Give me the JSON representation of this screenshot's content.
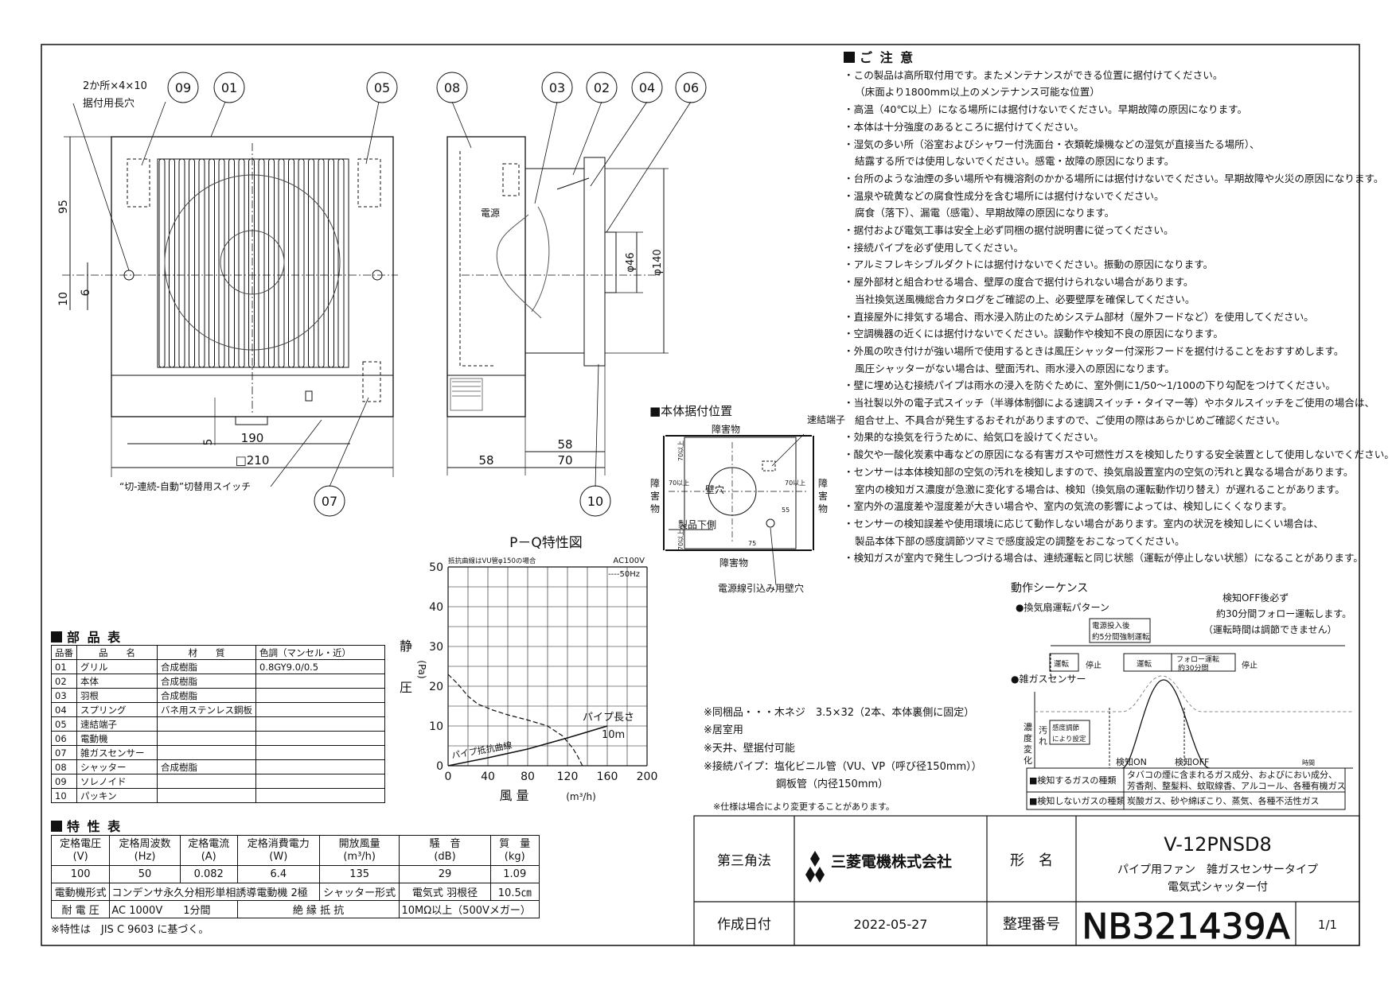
{
  "front_view": {
    "slot_note_1": "2か所×4×10",
    "slot_note_2": "据付用長穴",
    "callouts": [
      "09",
      "01",
      "05",
      "07"
    ],
    "dims": {
      "d95": "95",
      "d10": "10",
      "d6": "6",
      "d5": "5",
      "d190": "190",
      "d210": "□210"
    },
    "switch_label": "“切-連続-自動”切替用スイッチ"
  },
  "side_view": {
    "callouts": [
      "08",
      "03",
      "02",
      "04",
      "06",
      "10"
    ],
    "power_label": "電源",
    "dims": {
      "d46": "φ46",
      "d140": "φ140",
      "d58a": "58",
      "d58b": "58",
      "d70": "70"
    }
  },
  "mount": {
    "title": "■本体据付位置",
    "obstacle_top": "障害物",
    "obstacle_left": [
      "障",
      "害",
      "物"
    ],
    "obstacle_right": [
      "障",
      "害",
      "物"
    ],
    "obstacle_bottom": "障害物",
    "quick_terminal": "速結端子",
    "wall_hole": "壁穴",
    "lower_side": "製品下側",
    "cable_hole": "電源線引込み用壁穴",
    "dims": {
      "a": "70以上",
      "b": "70以上",
      "c": "70以上",
      "d": "70以上",
      "e": "55",
      "f": "75"
    }
  },
  "pq_chart": {
    "title": "P－Q特性図",
    "note": "抵抗曲線はVU管φ150の場合",
    "supply": "AC100V",
    "legend": "----50Hz",
    "ylabel": [
      "静",
      "圧"
    ],
    "yunit": "(Pa)",
    "xlabel": "風 量",
    "xunit": "(m³/h)",
    "pipe_label": "パイプ長さ",
    "pipe_len": "10m",
    "resist_label": "パイプ抵抗曲線",
    "xticks": [
      "0",
      "40",
      "80",
      "120",
      "160",
      "200"
    ],
    "yticks": [
      "0",
      "10",
      "20",
      "30",
      "40",
      "50"
    ]
  },
  "chart_data": {
    "type": "line",
    "title": "P－Q特性図",
    "xlabel": "風量 (m³/h)",
    "ylabel": "静圧 (Pa)",
    "xlim": [
      0,
      200
    ],
    "ylim": [
      0,
      50
    ],
    "grid": true,
    "series": [
      {
        "name": "50Hz",
        "x": [
          0,
          10,
          20,
          30,
          45,
          60,
          80,
          100,
          115,
          125,
          130,
          135
        ],
        "y": [
          23,
          20.5,
          17.5,
          15.5,
          14,
          12.8,
          11.5,
          10,
          7.5,
          4.5,
          2.5,
          0
        ]
      },
      {
        "name": "パイプ抵抗曲線",
        "x": [
          0,
          40,
          80,
          120,
          160
        ],
        "y": [
          0,
          2,
          4.2,
          7,
          10
        ]
      }
    ]
  },
  "parts_table": {
    "title": "部 品 表",
    "headers": [
      "品番",
      "品　　名",
      "材　　質",
      "色調（マンセル・近）"
    ],
    "rows": [
      [
        "01",
        "グリル",
        "合成樹脂",
        "0.8GY9.0/0.5"
      ],
      [
        "02",
        "本体",
        "合成樹脂",
        ""
      ],
      [
        "03",
        "羽根",
        "合成樹脂",
        ""
      ],
      [
        "04",
        "スプリング",
        "バネ用ステンレス鋼板",
        ""
      ],
      [
        "05",
        "速結端子",
        "",
        ""
      ],
      [
        "06",
        "電動機",
        "",
        ""
      ],
      [
        "07",
        "雑ガスセンサー",
        "",
        ""
      ],
      [
        "08",
        "シャッター",
        "合成樹脂",
        ""
      ],
      [
        "09",
        "ソレノイド",
        "",
        ""
      ],
      [
        "10",
        "パッキン",
        "",
        ""
      ]
    ]
  },
  "spec_table": {
    "title": "特 性 表",
    "headers": [
      "定格電圧\n(V)",
      "定格周波数\n(Hz)",
      "定格電流\n(A)",
      "定格消費電力\n(W)",
      "開放風量\n(m³/h)",
      "騒　音\n(dB)",
      "質　量\n(kg)"
    ],
    "values": [
      "100",
      "50",
      "0.082",
      "6.4",
      "135",
      "29",
      "1.09"
    ],
    "motor_label": "電動機形式",
    "motor_value": "コンデンサ永久分相形単相誘導電動機 2極",
    "shutter_label": "シャッター形式",
    "shutter_value": "電気式",
    "blade_label": "羽根径",
    "blade_value": "10.5㎝",
    "withstand_label": "耐 電 圧",
    "withstand_value": "AC 1000V　　1分間",
    "insul_label": "絶 縁 抵 抗",
    "insul_value": "10MΩ以上（500Vメガー）",
    "footnote": "※特性は　JIS C 9603 に基づく。"
  },
  "notes": {
    "title": "ご 注 意",
    "lines": [
      {
        "t": "・この製品は高所取付用です。またメンテナンスができる位置に据付けてください。",
        "i": false
      },
      {
        "t": "（床面より1800mm以上のメンテナンス可能な位置）",
        "i": true
      },
      {
        "t": "・高温（40℃以上）になる場所には据付けないでください。早期故障の原因になります。",
        "i": false
      },
      {
        "t": "・本体は十分強度のあるところに据付けてください。",
        "i": false
      },
      {
        "t": "・湿気の多い所（浴室およびシャワー付洗面台・衣類乾燥機などの湿気が直接当たる場所）、",
        "i": false
      },
      {
        "t": "結露する所では使用しないでください。感電・故障の原因になります。",
        "i": true
      },
      {
        "t": "・台所のような油煙の多い場所や有機溶剤のかかる場所には据付けないでください。早期故障や火災の原因になります。",
        "i": false
      },
      {
        "t": "・温泉や硫黄などの腐食性成分を含む場所には据付けないでください。",
        "i": false
      },
      {
        "t": "腐食（落下）、漏電（感電）、早期故障の原因になります。",
        "i": true
      },
      {
        "t": "・据付および電気工事は安全上必ず同梱の据付説明書に従ってください。",
        "i": false
      },
      {
        "t": "・接続パイプを必ず使用してください。",
        "i": false
      },
      {
        "t": "・アルミフレキシブルダクトには据付けないでください。振動の原因になります。",
        "i": false
      },
      {
        "t": "・屋外部材と組合わせる場合、壁厚の度合で据付けられない場合があります。",
        "i": false
      },
      {
        "t": "当社換気送風機総合カタログをご確認の上、必要壁厚を確保してください。",
        "i": true
      },
      {
        "t": "・直接屋外に排気する場合、雨水浸入防止のためシステム部材（屋外フードなど）を使用してください。",
        "i": false
      },
      {
        "t": "・空調機器の近くには据付けないでください。誤動作や検知不良の原因になります。",
        "i": false
      },
      {
        "t": "・外風の吹き付けが強い場所で使用するときは風圧シャッター付深形フードを据付けることをおすすめします。",
        "i": false
      },
      {
        "t": "風圧シャッターがない場合は、壁面汚れ、雨水浸入の原因になります。",
        "i": true
      },
      {
        "t": "・壁に埋め込む接続パイプは雨水の浸入を防ぐために、室外側に1/50～1/100の下り勾配をつけてください。",
        "i": false
      },
      {
        "t": "・当社製以外の電子式スイッチ（半導体制御による速調スイッチ・タイマー等）やホタルスイッチをご使用の場合は、",
        "i": false
      },
      {
        "t": "組合せ上、不具合が発生するおそれがありますので、ご使用の際はあらかじめご確認ください。",
        "i": true
      },
      {
        "t": "・効果的な換気を行うために、給気口を設けてください。",
        "i": false
      },
      {
        "t": "・酸欠や一酸化炭素中毒などの原因になる有害ガスや可燃性ガスを検知したりする安全装置として使用しないでください。",
        "i": false
      },
      {
        "t": "・センサーは本体検知部の空気の汚れを検知しますので、換気扇設置室内の空気の汚れと異なる場合があります。",
        "i": false
      },
      {
        "t": "室内の検知ガス濃度が急激に変化する場合は、検知（換気扇の運転動作切り替え）が遅れることがあります。",
        "i": true
      },
      {
        "t": "・室内外の温度差や湿度差が大きい場合や、室内の気流の影響によっては、検知しにくくなります。",
        "i": false
      },
      {
        "t": "・センサーの検知誤差や使用環境に応じて動作しない場合があります。室内の状況を検知しにくい場合は、",
        "i": false
      },
      {
        "t": "製品本体下部の感度調節ツマミで感度設定の調整をおこなってください。",
        "i": true
      },
      {
        "t": "・検知ガスが室内で発生しつづける場合は、連続運転と同じ状態（運転が停止しない状態）になることがあります。",
        "i": false
      }
    ]
  },
  "sequence": {
    "title": "動作シーケンス",
    "pattern_label": "●換気扇運転パターン",
    "after_power": "電源投入後",
    "forced": "約5分間強制運転",
    "off_note_1": "検知OFF後必ず",
    "off_note_2": "約30分間フォロー運転します。",
    "off_note_3": "（運転時間は調節できません）",
    "run1": "運転",
    "stop1": "停止",
    "run2": "運転",
    "follow1": "フォロー運転",
    "follow2": "約30分間",
    "stop2": "停止",
    "sensor_label": "●雑ガスセンサー",
    "sens_adj_1": "感度調節",
    "sens_adj_2": "により設定",
    "dirt": [
      "汚",
      "れ"
    ],
    "conc": [
      "濃",
      "度",
      "変",
      "化"
    ],
    "det_on": "検知ON",
    "det_off": "検知OFF",
    "time": "時間"
  },
  "gas_table": {
    "detect_label": "■検知するガスの種類",
    "detect_value_1": "タバコの煙に含まれるガス成分、およびにおい成分、",
    "detect_value_2": "芳香剤、整髪料、蚊取線香、アルコール、各種有機ガス",
    "nodetect_label": "■検知しないガスの種類",
    "nodetect_value": "炭酸ガス、砂や綿ぼこり、蒸気、各種不活性ガス"
  },
  "accessory": {
    "lines": [
      "※同梱品・・・木ネジ　3.5×32（2本、本体裏側に固定）",
      "※居室用",
      "※天井、壁据付可能",
      "※接続パイプ：塩化ビニル管（VU、VP（呼び径150mm））",
      "　　　　　　　鋼板管（内径150mm）"
    ],
    "change_note": "※仕様は場合により変更することがあります。"
  },
  "title_block": {
    "projection": "第三角法",
    "company": "三菱電機株式会社",
    "model_label": "形　名",
    "model": "V-12PNSD8",
    "desc_1": "パイプ用ファン　雑ガスセンサータイプ",
    "desc_2": "電気式シャッター付",
    "date_label": "作成日付",
    "date": "2022-05-27",
    "doc_label": "整理番号",
    "doc_no": "NB321439A",
    "page": "1/1"
  }
}
